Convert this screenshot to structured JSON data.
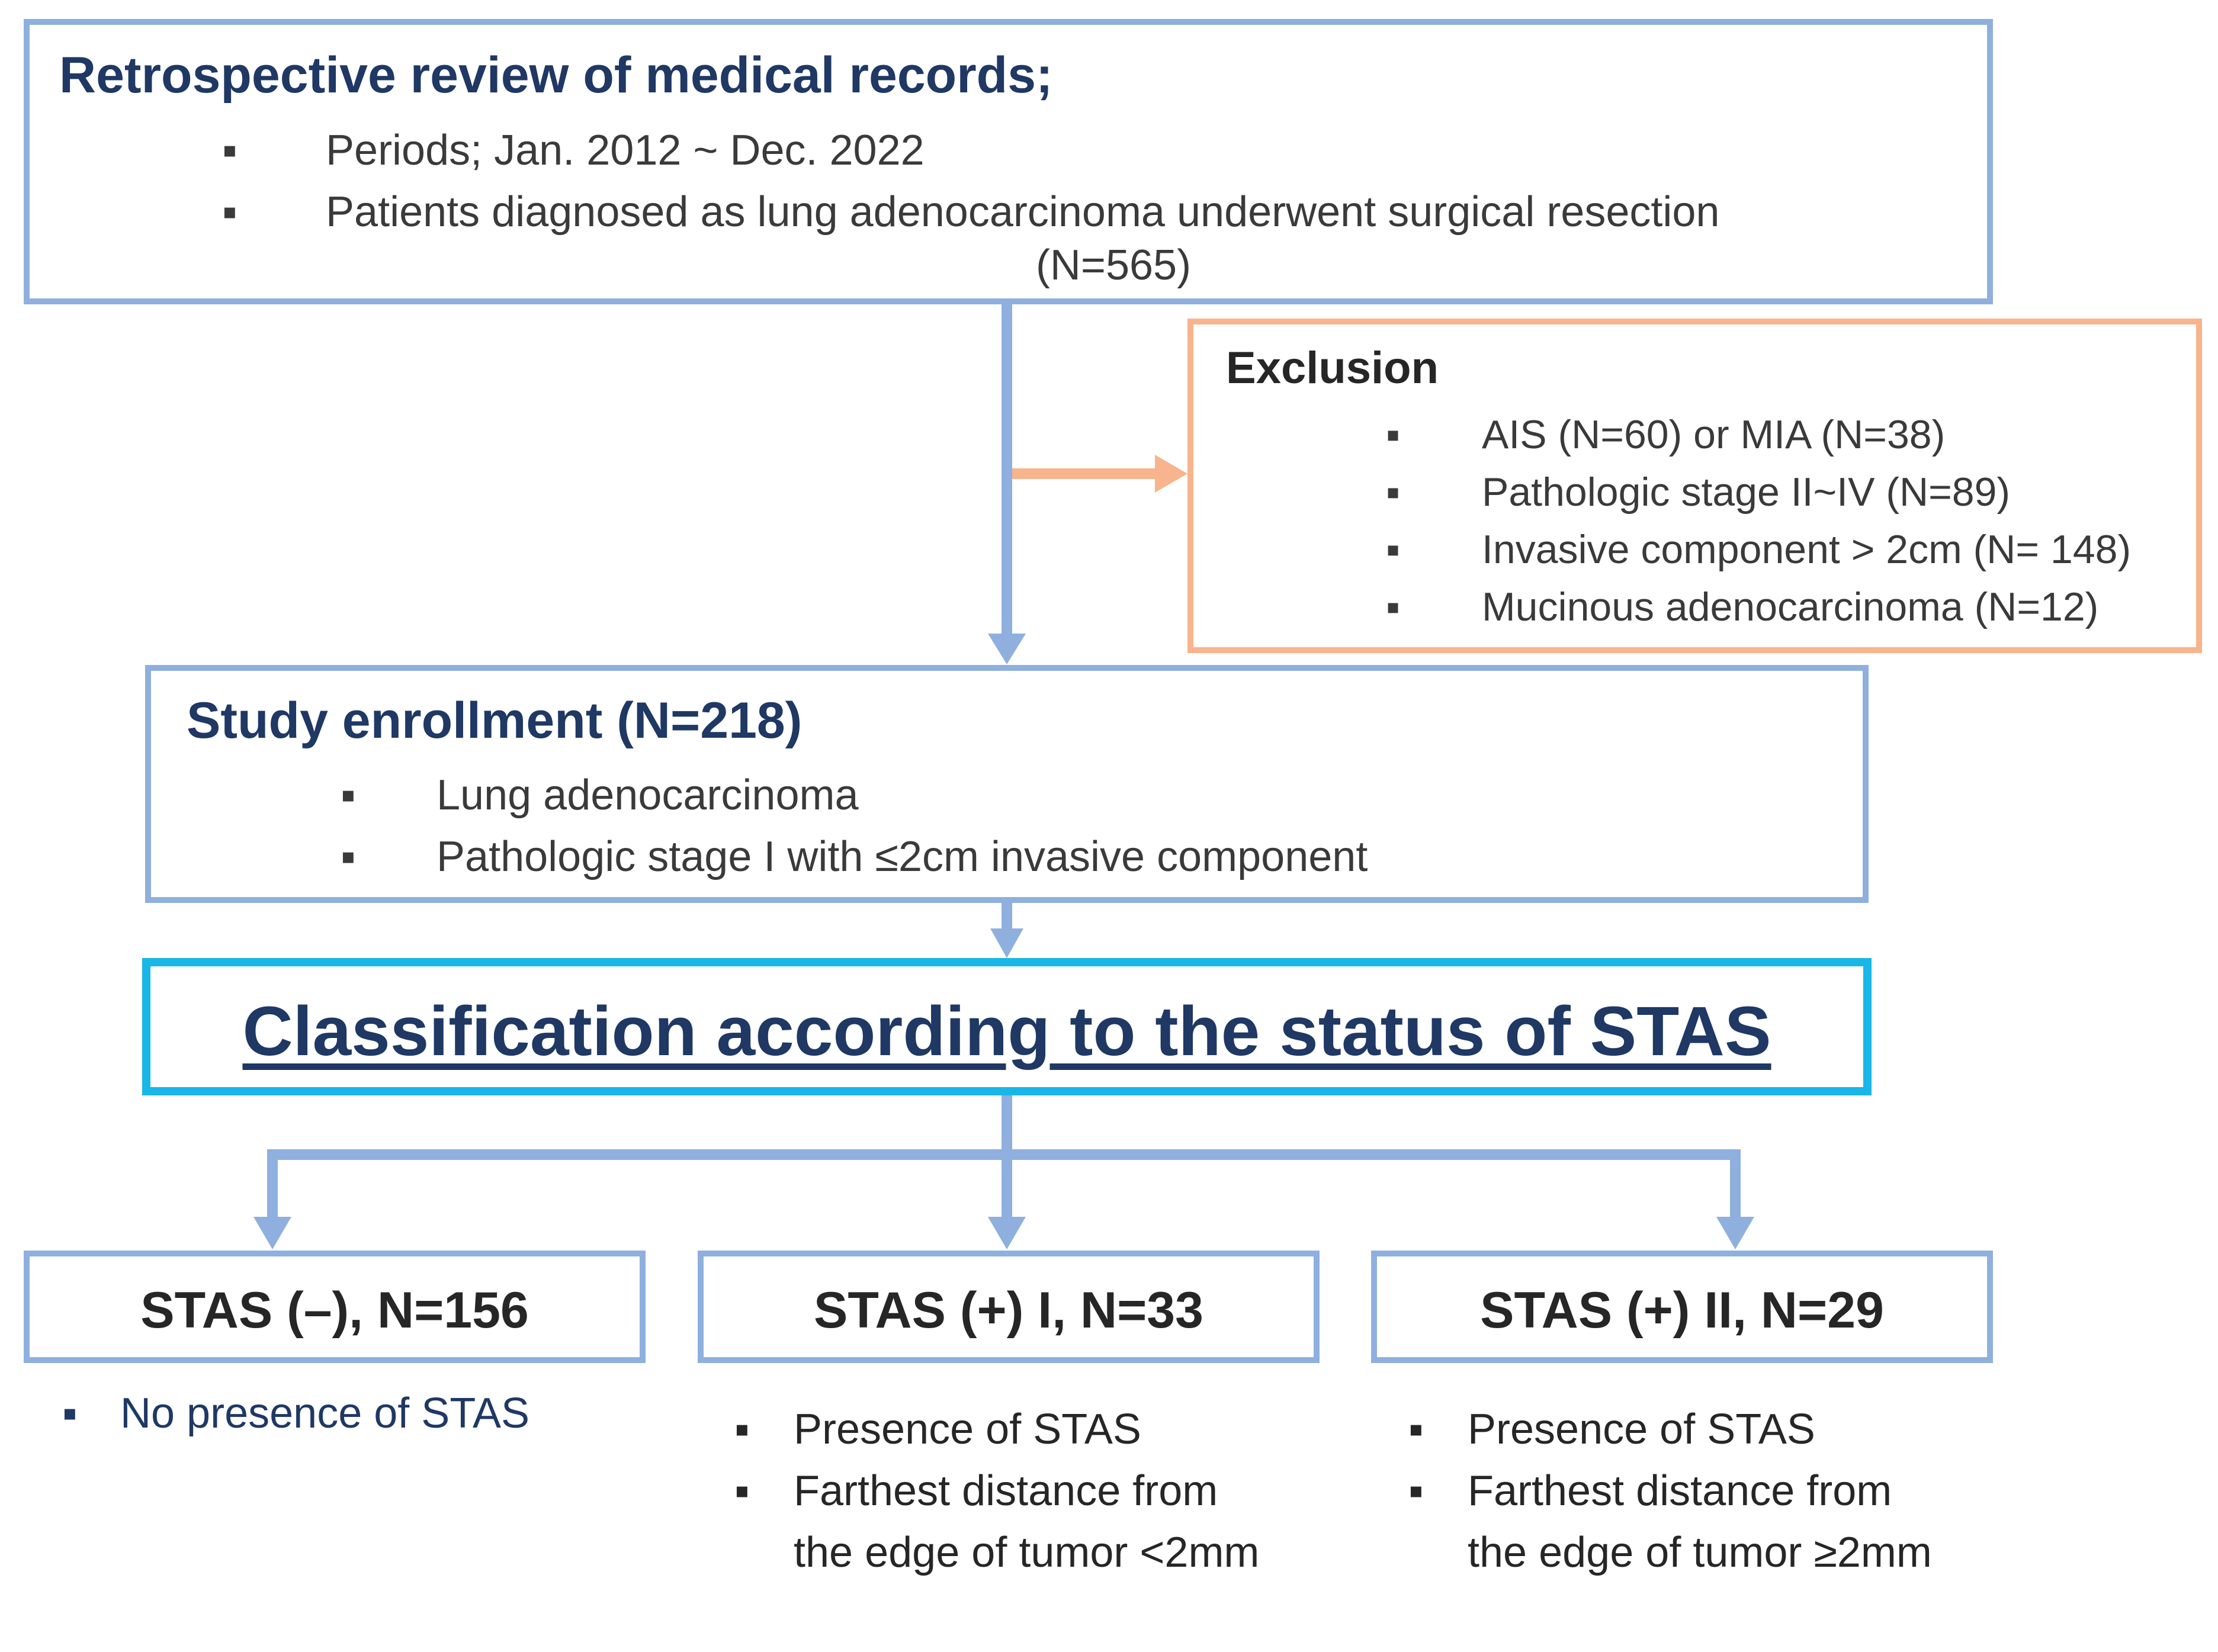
{
  "review": {
    "title": "Retrospective review of medical records;",
    "items": [
      "Periods; Jan. 2012 ~ Dec. 2022",
      "Patients diagnosed as lung adenocarcinoma underwent surgical resection"
    ],
    "count": "(N=565)"
  },
  "exclusion": {
    "title": "Exclusion",
    "items": [
      "AIS (N=60) or MIA (N=38)",
      "Pathologic stage II~IV (N=89)",
      "Invasive component > 2cm (N= 148)",
      "Mucinous adenocarcinoma (N=12)"
    ]
  },
  "enrollment": {
    "title": "Study enrollment (N=218)",
    "items": [
      "Lung adenocarcinoma",
      "Pathologic stage I with ≤2cm invasive component"
    ]
  },
  "classification": {
    "title": "Classification according to the status of STAS"
  },
  "groups": [
    {
      "title": "STAS (–), N=156",
      "items": [
        "No presence of STAS"
      ]
    },
    {
      "title": "STAS (+) I, N=33",
      "items": [
        "Presence of STAS",
        "Farthest distance from the edge of tumor <2mm"
      ]
    },
    {
      "title": "STAS (+) II, N=29",
      "items": [
        "Presence of STAS",
        "Farthest distance from the edge of tumor ≥2mm"
      ]
    }
  ],
  "bullet": "▪",
  "colors": {
    "box_border_blue": "#8fb0de",
    "box_border_orange": "#f8b48c",
    "box_border_cyan": "#19b6e8",
    "title_navy": "#1f3864",
    "arrow_blue": "#8fb0de",
    "arrow_orange": "#f8b48c"
  }
}
